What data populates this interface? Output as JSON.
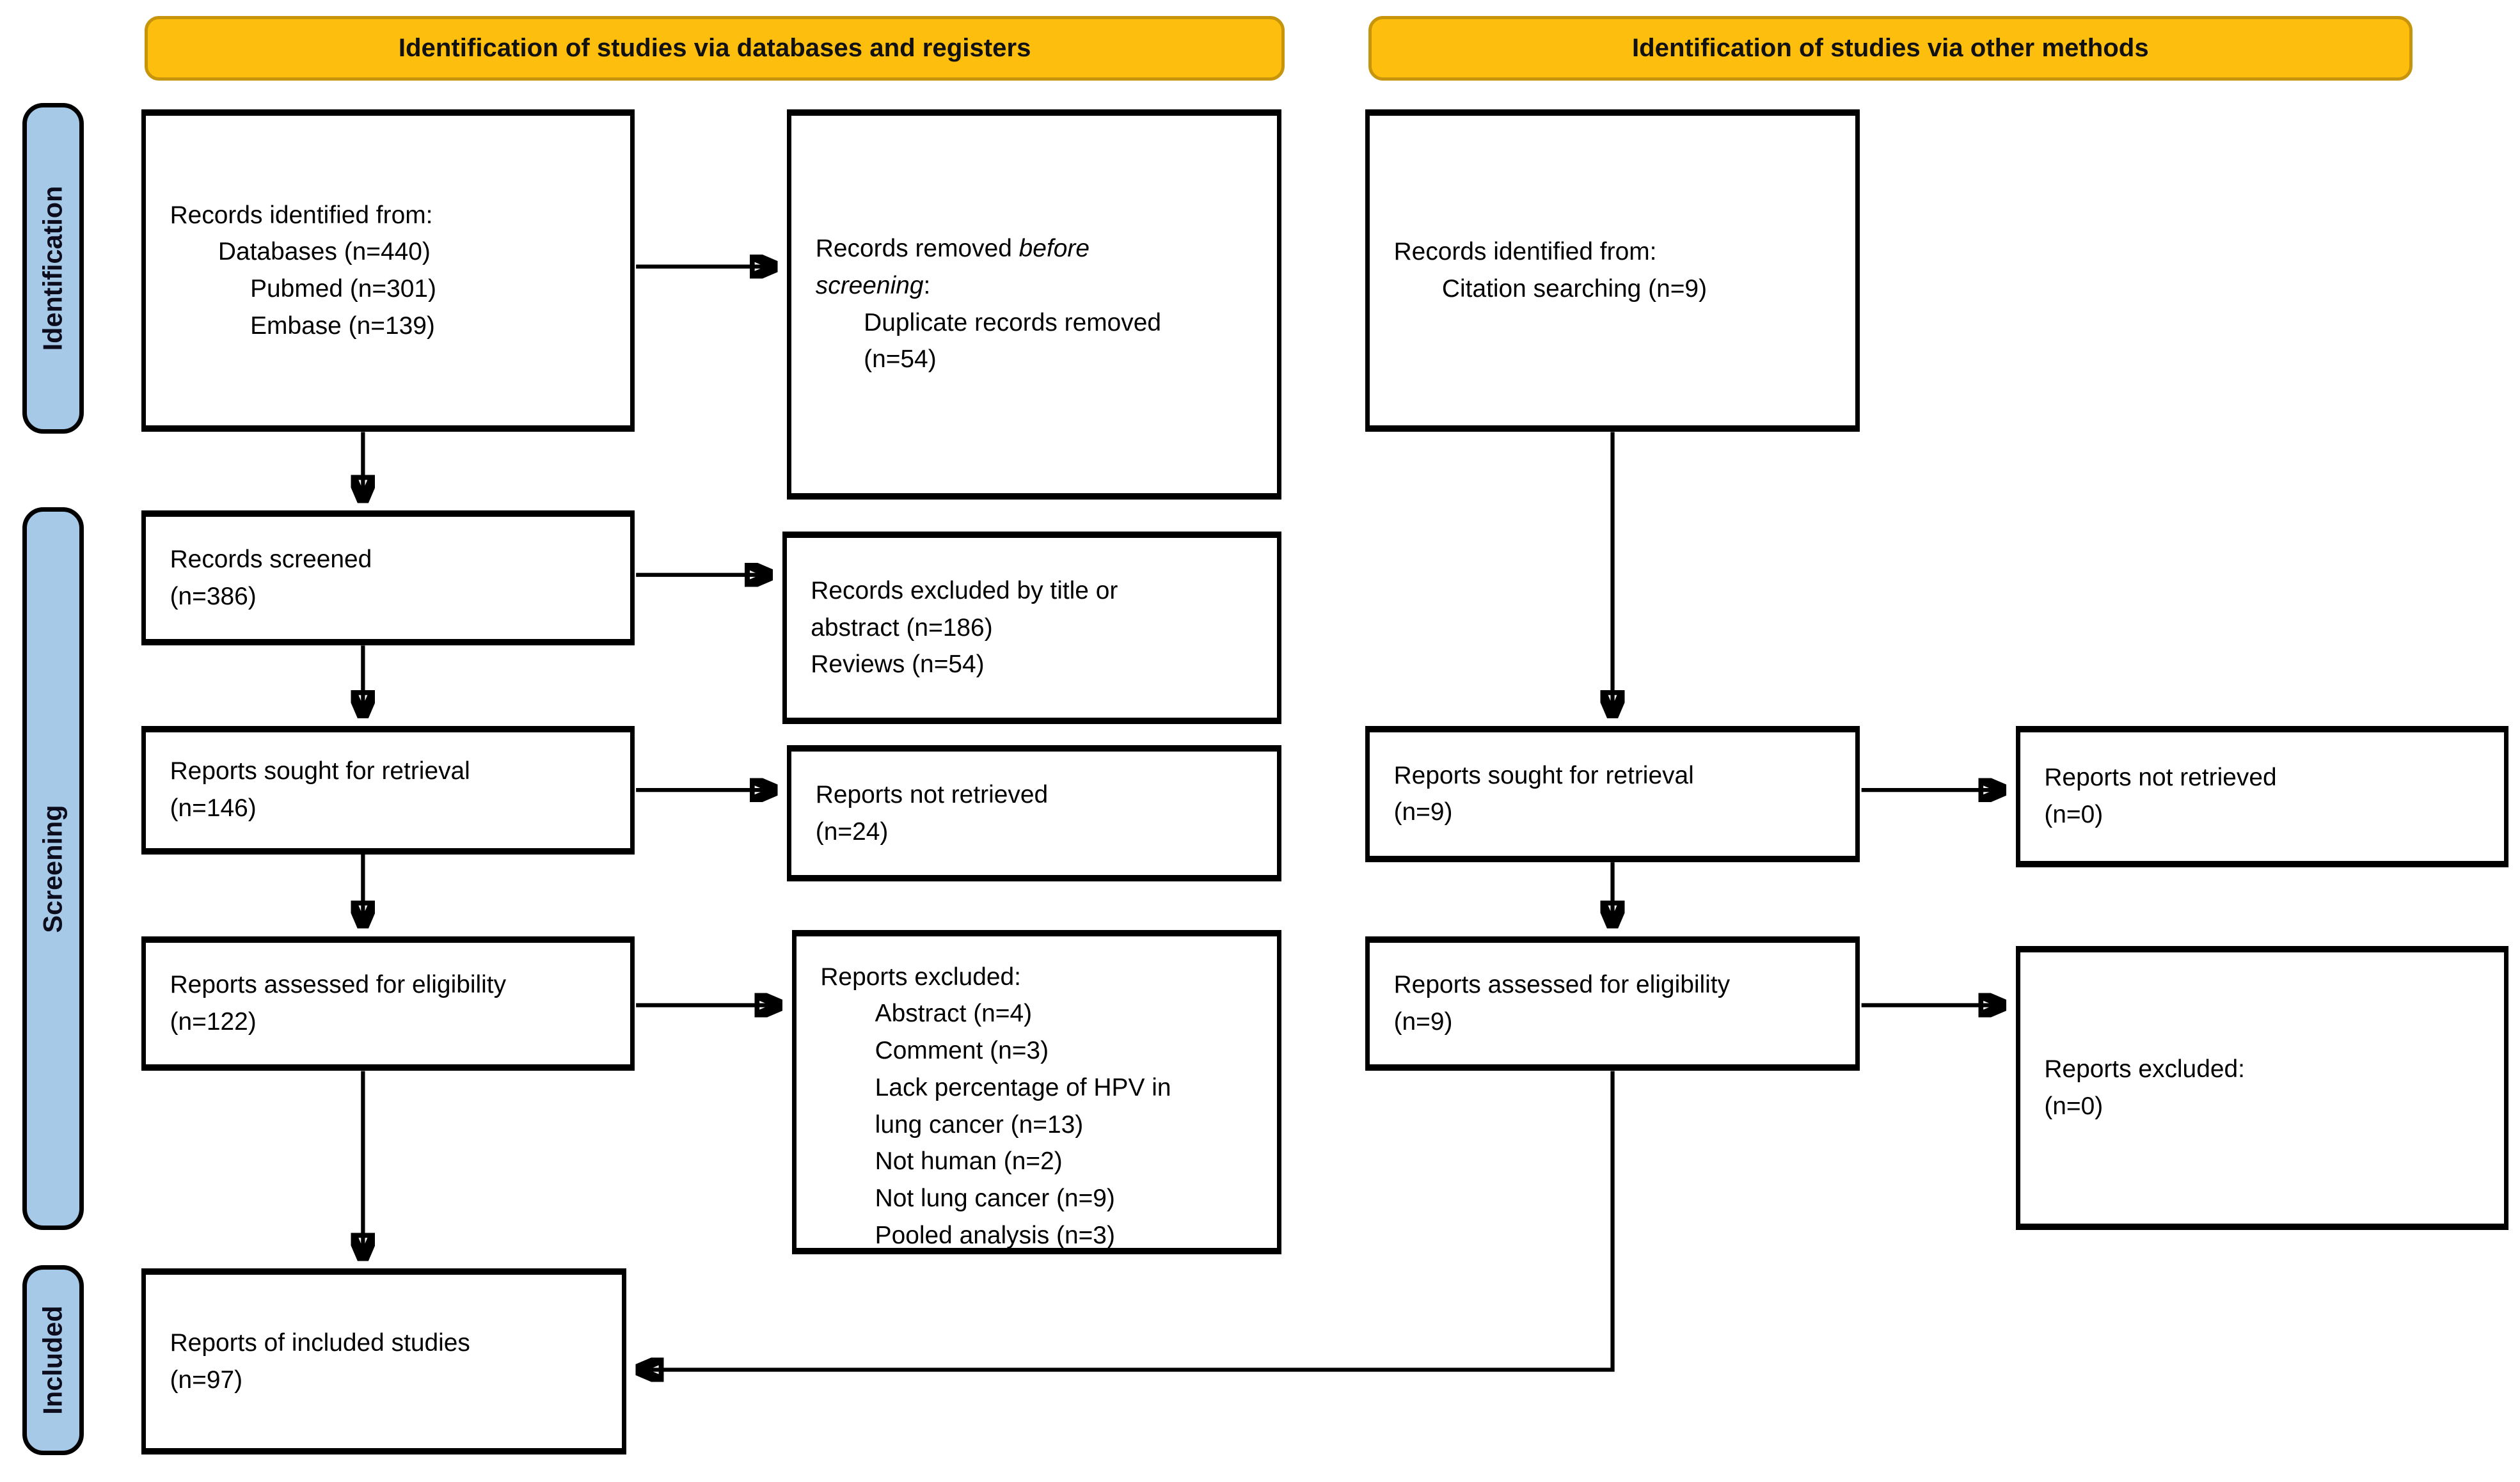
{
  "banners": {
    "left": "Identification of studies via databases and registers",
    "right": "Identification of studies via other methods"
  },
  "stages": {
    "identification": "Identification",
    "screening": "Screening",
    "included": "Included"
  },
  "colors": {
    "banner_fill": "#FDBE0D",
    "banner_border": "#C7950B",
    "stage_fill": "#A6C9E8",
    "box_border": "#000000",
    "arrow": "#000000"
  },
  "boxes": {
    "records_identified_db": {
      "lines": [
        "Records identified from:",
        "Databases (n=440)",
        "Pubmed (n=301)",
        "Embase (n=139)"
      ]
    },
    "records_removed": {
      "prefix": "Records removed ",
      "italic1": "before",
      "italic2": "screening",
      "suffix": ":",
      "detail1": "Duplicate records removed",
      "detail2": "(n=54)"
    },
    "records_screened": {
      "lines": [
        "Records screened",
        "(n=386)"
      ]
    },
    "records_excluded": {
      "lines": [
        "Records excluded by title or",
        "abstract (n=186)",
        "Reviews (n=54)"
      ]
    },
    "reports_sought_db": {
      "lines": [
        "Reports sought for retrieval",
        "(n=146)"
      ]
    },
    "reports_not_retrieved_db": {
      "lines": [
        "Reports not retrieved",
        "(n=24)"
      ]
    },
    "reports_assessed_db": {
      "lines": [
        "Reports assessed for eligibility",
        "(n=122)"
      ]
    },
    "reports_excluded_db": {
      "lines": [
        "Reports excluded:",
        "Abstract (n=4)",
        "Comment (n=3)",
        "Lack percentage of HPV in",
        "lung cancer (n=13)",
        "Not human (n=2)",
        "Not lung cancer (n=9)",
        "Pooled analysis (n=3)"
      ]
    },
    "reports_included": {
      "lines": [
        "Reports of included studies",
        "(n=97)"
      ]
    },
    "records_identified_other": {
      "lines": [
        "Records identified from:",
        "Citation searching (n=9)"
      ]
    },
    "reports_sought_other": {
      "lines": [
        "Reports sought for retrieval",
        "(n=9)"
      ]
    },
    "reports_not_retrieved_other": {
      "lines": [
        "Reports not retrieved",
        "(n=0)"
      ]
    },
    "reports_assessed_other": {
      "lines": [
        "Reports assessed for eligibility",
        "(n=9)"
      ]
    },
    "reports_excluded_other": {
      "lines": [
        "Reports excluded:",
        "(n=0)"
      ]
    }
  }
}
